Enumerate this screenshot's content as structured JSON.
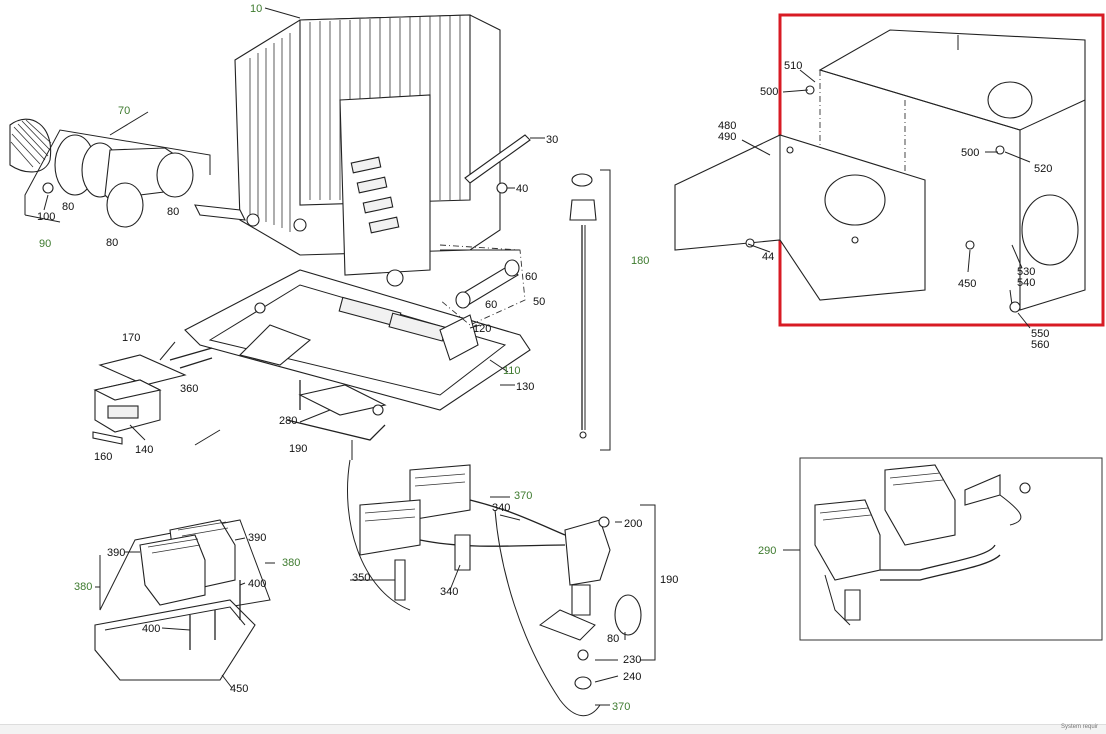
{
  "colors": {
    "label_default": "#111111",
    "label_group": "#3d7a2e",
    "highlight": "#d81b24",
    "line": "#222222"
  },
  "labels": {
    "l10": "10",
    "l30": "30",
    "l40": "40",
    "l50": "50",
    "l60a": "60",
    "l60b": "60",
    "l70": "70",
    "l80a": "80",
    "l80b": "80",
    "l80c": "80",
    "l90": "90",
    "l100": "100",
    "l110": "110",
    "l120": "120",
    "l130": "130",
    "l140": "140",
    "l160": "160",
    "l170": "170",
    "l180": "180",
    "l190a": "190",
    "l190b": "190",
    "l200": "200",
    "l230": "230",
    "l240": "240",
    "l280": "280",
    "l290": "290",
    "l340a": "340",
    "l340b": "340",
    "l350": "350",
    "l360": "360",
    "l370a": "370",
    "l370b": "370",
    "l380a": "380",
    "l380b": "380",
    "l390a": "390",
    "l390b": "390",
    "l400a": "400",
    "l400b": "400",
    "l450a": "450",
    "l450b": "450",
    "l44": "44",
    "l480": "480",
    "l490": "490",
    "l500a": "500",
    "l500b": "500",
    "l510": "510",
    "l520": "520",
    "l530": "530",
    "l540": "540",
    "l550": "550",
    "l560": "560",
    "l80d": "80"
  },
  "status_text": "System requir"
}
